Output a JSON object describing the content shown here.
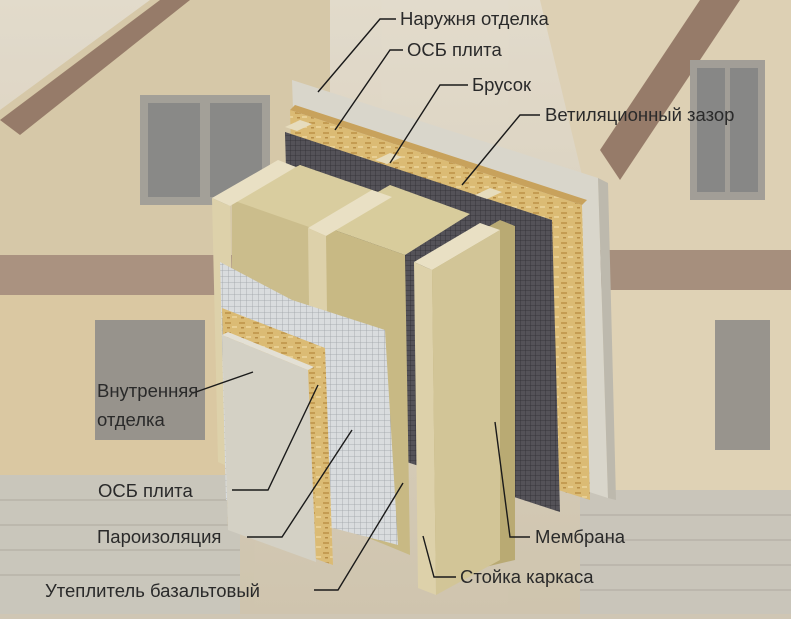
{
  "labels": {
    "outer_finish": "Наружня отделка",
    "osb_outer": "ОСБ плита",
    "batten": "Брусок",
    "vent_gap": "Ветиляционный зазор",
    "inner_finish_line1": "Внутренняя",
    "inner_finish_line2": "отделка",
    "osb_inner": "ОСБ плита",
    "vapor_barrier": "Пароизоляция",
    "insulation": "Утеплитель базальтовый",
    "membrane": "Мембрана",
    "frame_post": "Стойка каркаса"
  },
  "colors": {
    "background_house": "#d9cdb2",
    "roof_trim": "#8a6d5a",
    "osb": "#d9b870",
    "insulation": "#cfc394",
    "lumber": "#e2d7b4",
    "membrane": "#4b4a4e",
    "finish_panel": "#d6d3c8",
    "leader_line": "#1a1a1a"
  }
}
